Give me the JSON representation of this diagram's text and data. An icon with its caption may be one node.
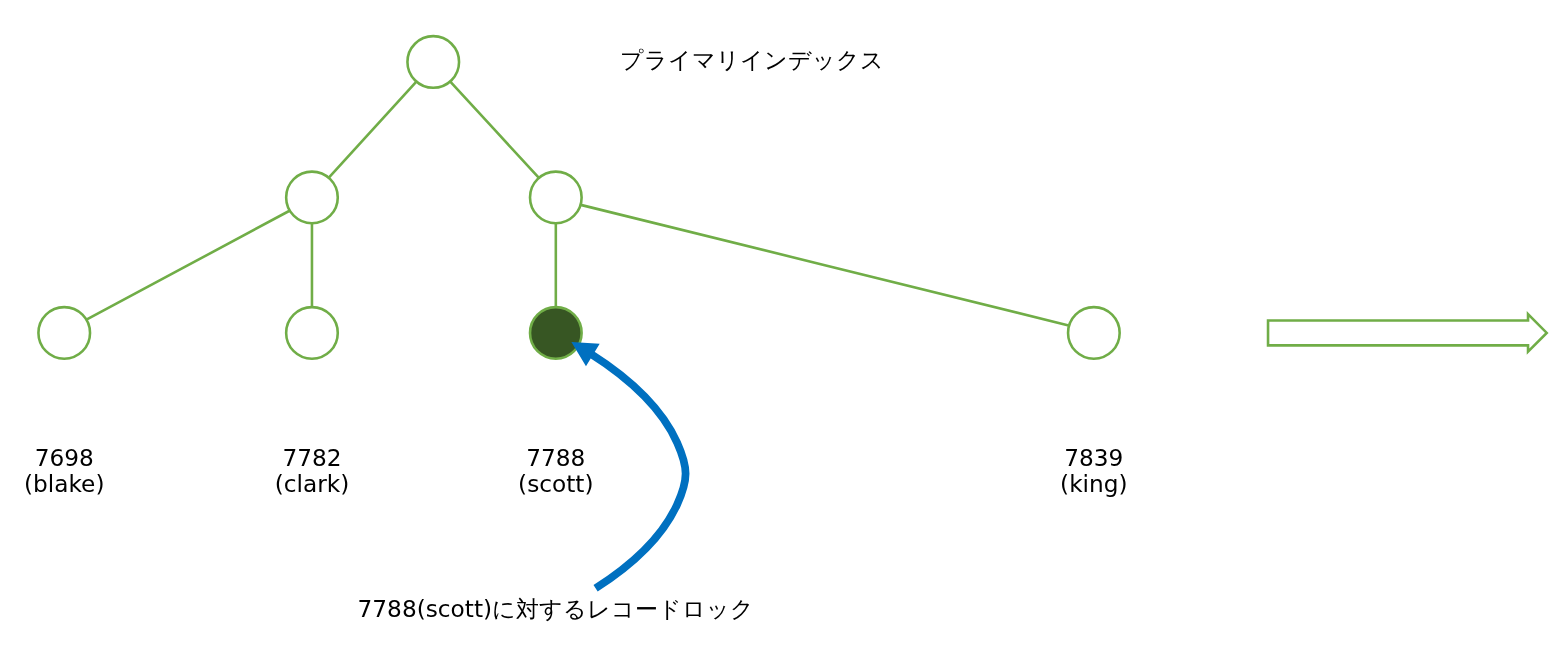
{
  "diagram": {
    "nodes": [
      {
        "text": [],
        "shape": "circle"
      },
      {
        "text": [],
        "shape": "circle"
      },
      {
        "text": [],
        "shape": "circle"
      },
      {
        "text": [],
        "shape": "circle",
        "beside": [
          "7698 (blake)"
        ]
      },
      {
        "text": [],
        "shape": "circle",
        "beside": [
          "7782 (clark)"
        ]
      },
      {
        "text": [],
        "shape": "circle",
        "beside": [
          "7788 (scott)"
        ]
      },
      {
        "text": [],
        "shape": "circle",
        "beside": [
          "7839 (king)"
        ]
      },
      {
        "text": [],
        "shape": "arrow"
      },
      {
        "text": [
          "7788(scott)に対するレコードロック"
        ]
      }
    ],
    "edges": [
      {
        "from": 0,
        "to": 1,
        "arrow": "none"
      },
      {
        "from": 0,
        "to": 2,
        "arrow": "none"
      },
      {
        "from": 1,
        "to": 3,
        "arrow": "none"
      },
      {
        "from": 1,
        "to": 4,
        "arrow": "none"
      },
      {
        "from": 2,
        "to": 5,
        "arrow": "none"
      },
      {
        "from": 2,
        "to": 6,
        "arrow": "none"
      },
      {
        "from": 8,
        "to": 5,
        "arrow": "to",
        "style": "thick",
        "color": "#0070c0"
      }
    ],
    "labels": [
      "プライマリインデックス"
    ]
  }
}
